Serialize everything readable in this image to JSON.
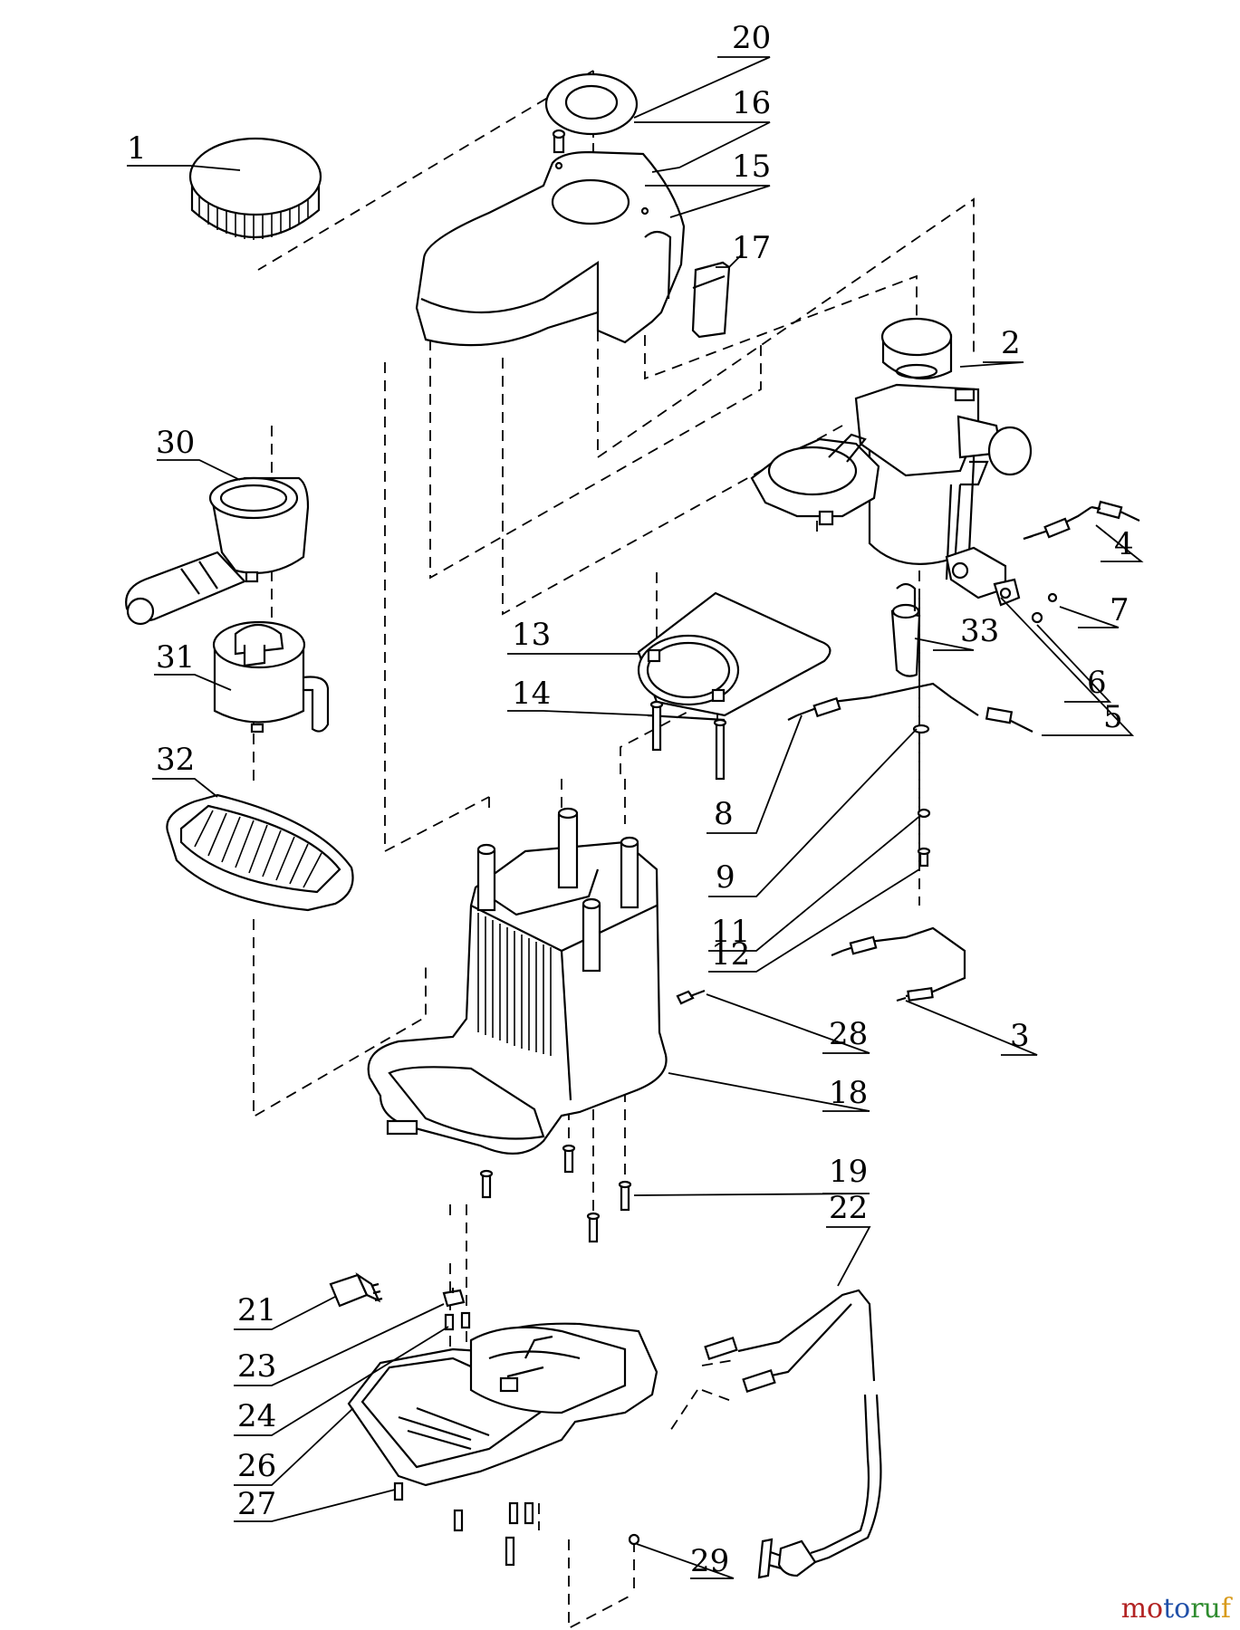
{
  "labels": [
    {
      "n": "1"
    },
    {
      "n": "2"
    },
    {
      "n": "3"
    },
    {
      "n": "4"
    },
    {
      "n": "5"
    },
    {
      "n": "6"
    },
    {
      "n": "7"
    },
    {
      "n": "8"
    },
    {
      "n": "9"
    },
    {
      "n": "11"
    },
    {
      "n": "12"
    },
    {
      "n": "13"
    },
    {
      "n": "14"
    },
    {
      "n": "15"
    },
    {
      "n": "16"
    },
    {
      "n": "17"
    },
    {
      "n": "18"
    },
    {
      "n": "19"
    },
    {
      "n": "20"
    },
    {
      "n": "21"
    },
    {
      "n": "22"
    },
    {
      "n": "23"
    },
    {
      "n": "24"
    },
    {
      "n": "26"
    },
    {
      "n": "27"
    },
    {
      "n": "28"
    },
    {
      "n": "29"
    },
    {
      "n": "30"
    },
    {
      "n": "31"
    },
    {
      "n": "32"
    },
    {
      "n": "33"
    }
  ],
  "watermark": {
    "parts": [
      "mo",
      "to",
      "ru",
      "f"
    ],
    "colors": [
      "#b22222",
      "#1f4fa8",
      "#2e8b2e",
      "#d89a1a"
    ]
  }
}
